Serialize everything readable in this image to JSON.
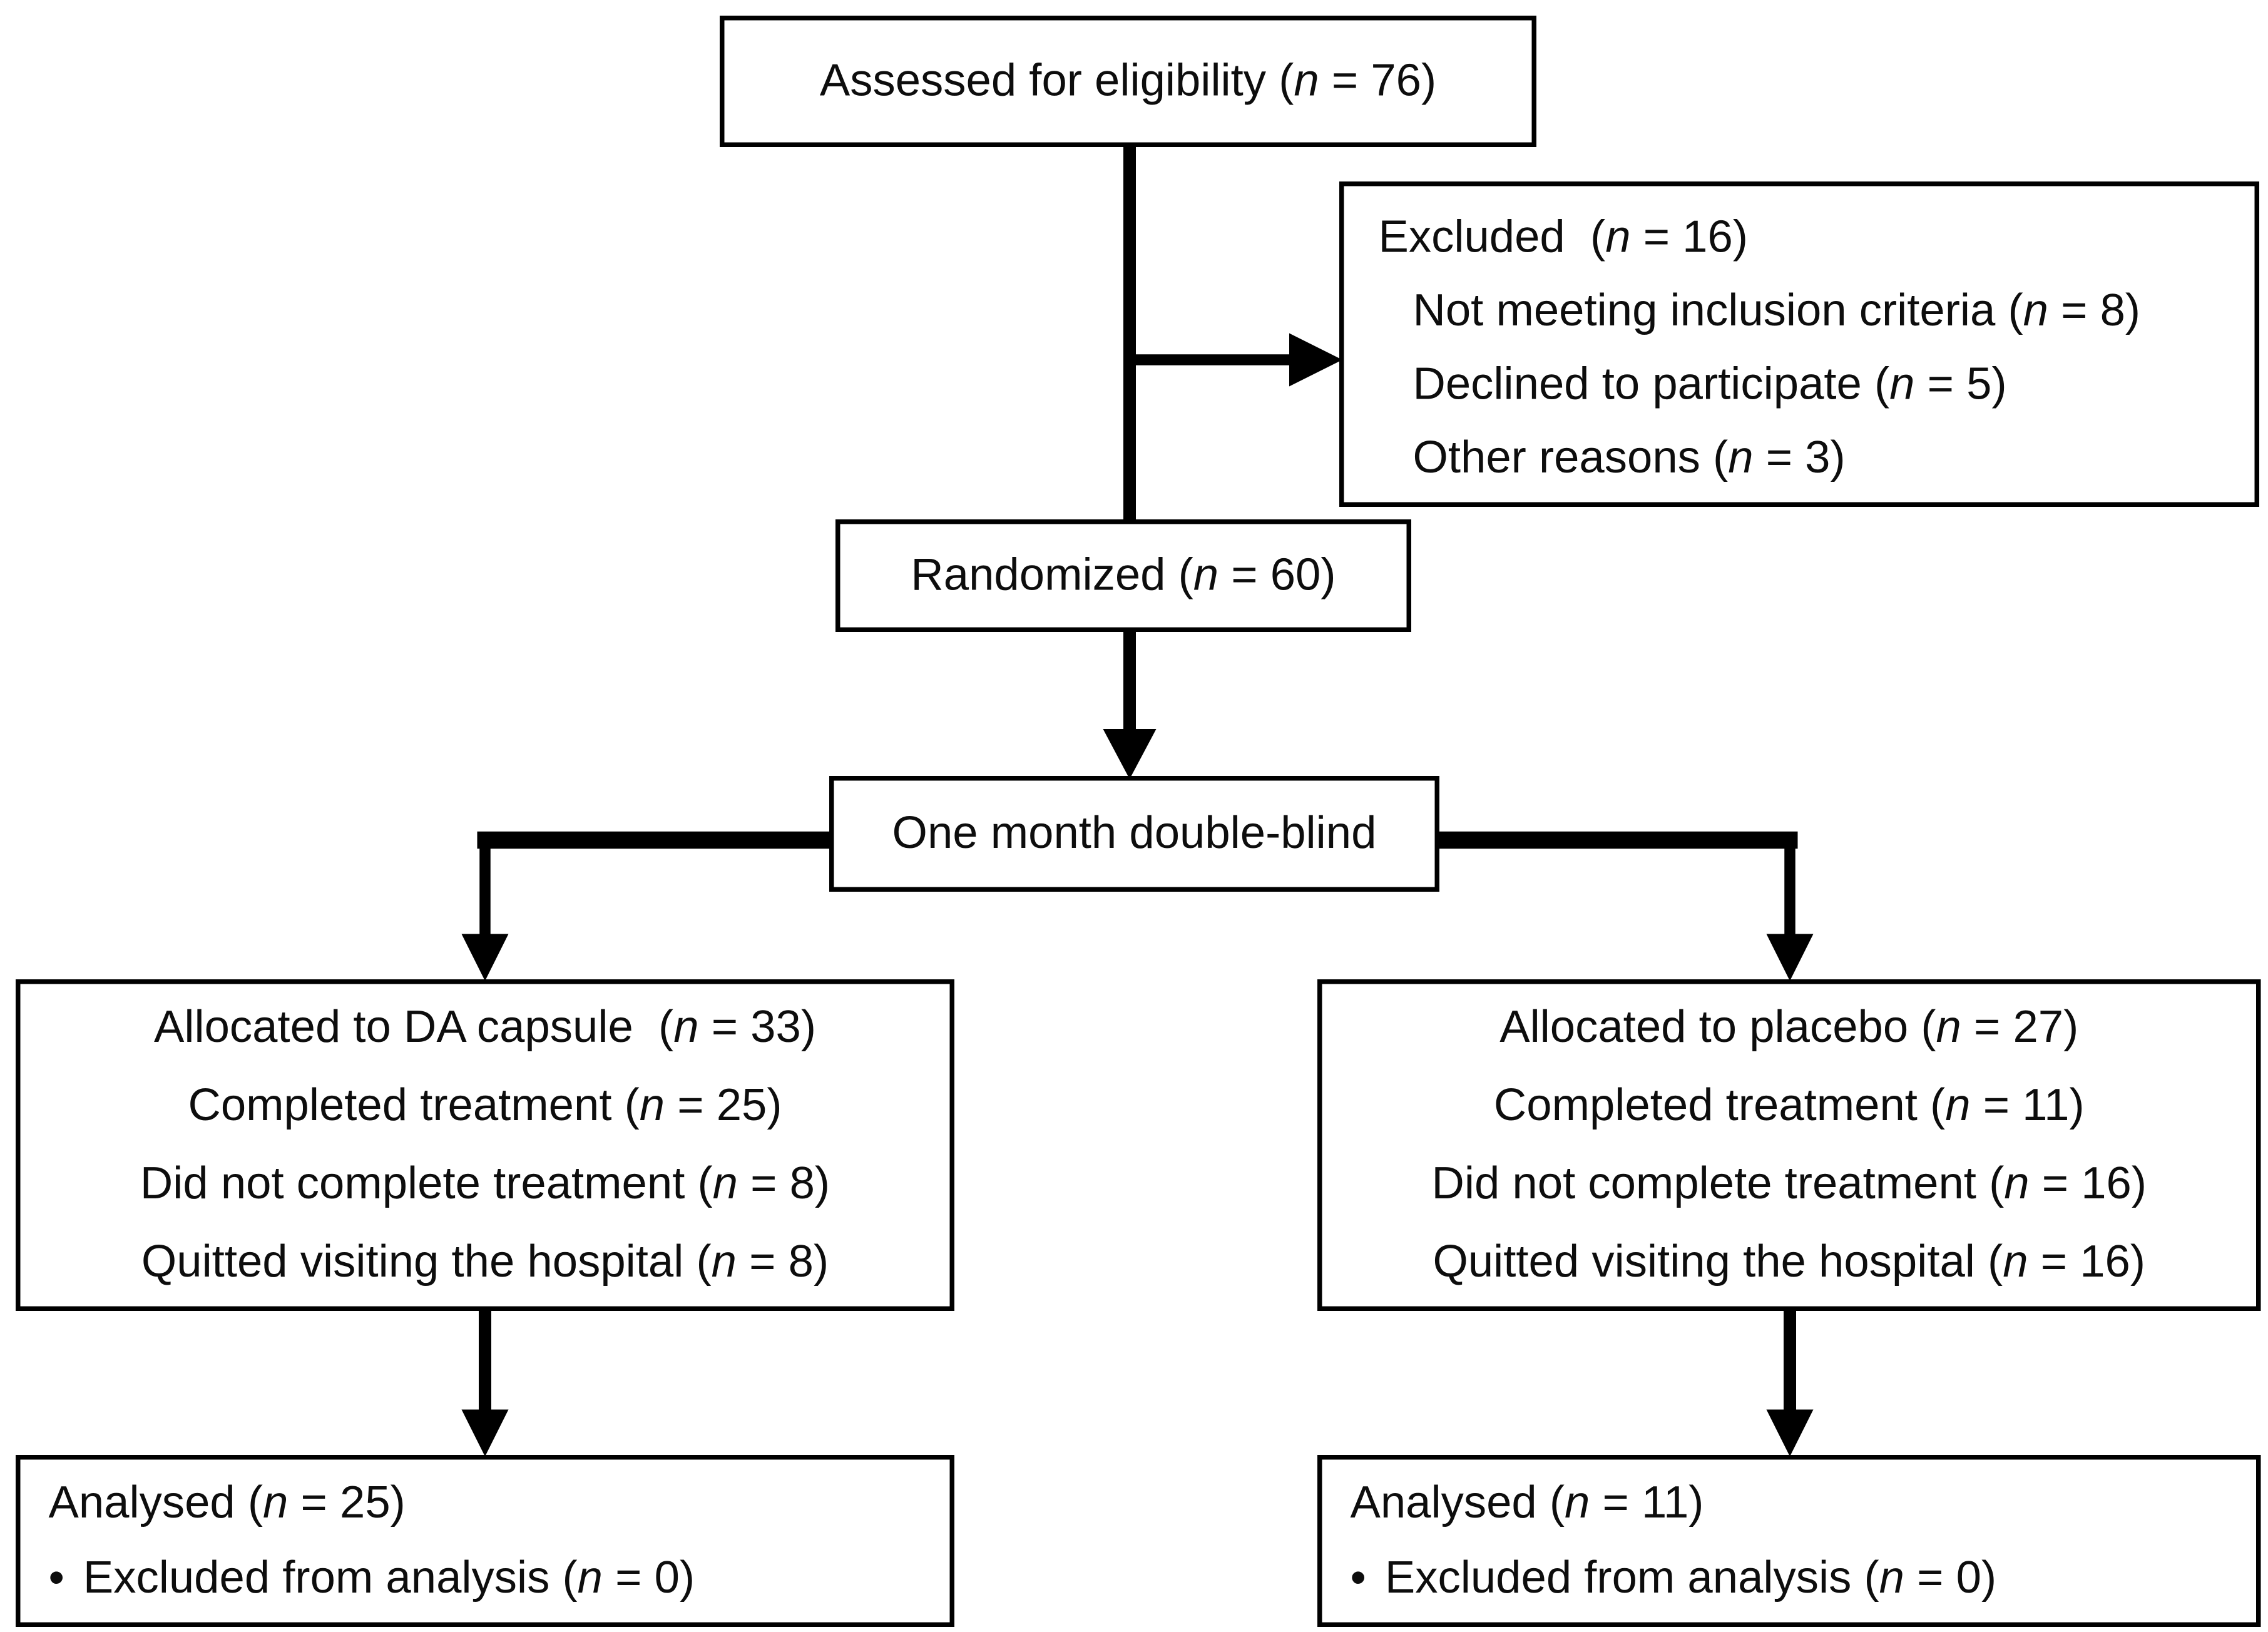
{
  "diagram": {
    "kind": "consort-participant-flow",
    "bullet_glyph": "•",
    "colors": {
      "background": "#ffffff",
      "box_fill": "#ffffff",
      "box_border": "#000000",
      "connector": "#000000",
      "text": "#0d0d0d"
    },
    "boxes": {
      "assessed": {
        "line": "Assessed for eligibility (n = 76)"
      },
      "excluded": {
        "title": "Excluded  (n = 16)",
        "items": [
          "Not meeting inclusion criteria (n = 8)",
          "Declined to participate (n = 5)",
          "Other reasons (n = 3)"
        ]
      },
      "randomized": {
        "line": "Randomized (n = 60)"
      },
      "period": {
        "line": "One month double-blind"
      },
      "arm_left": {
        "lines": [
          "Allocated to DA capsule  (n = 33)",
          "Completed treatment (n = 25)",
          "Did not complete treatment (n = 8)",
          "Quitted visiting the hospital (n = 8)"
        ]
      },
      "arm_right": {
        "lines": [
          "Allocated to placebo (n = 27)",
          "Completed treatment (n = 11)",
          "Did not complete treatment (n = 16)",
          "Quitted visiting the hospital (n = 16)"
        ]
      },
      "analysed_left": {
        "title": "Analysed (n = 25)",
        "bullet_item": "Excluded from analysis (n = 0)"
      },
      "analysed_right": {
        "title": "Analysed (n = 11)",
        "bullet_item": "Excluded from analysis (n = 0)"
      }
    }
  }
}
